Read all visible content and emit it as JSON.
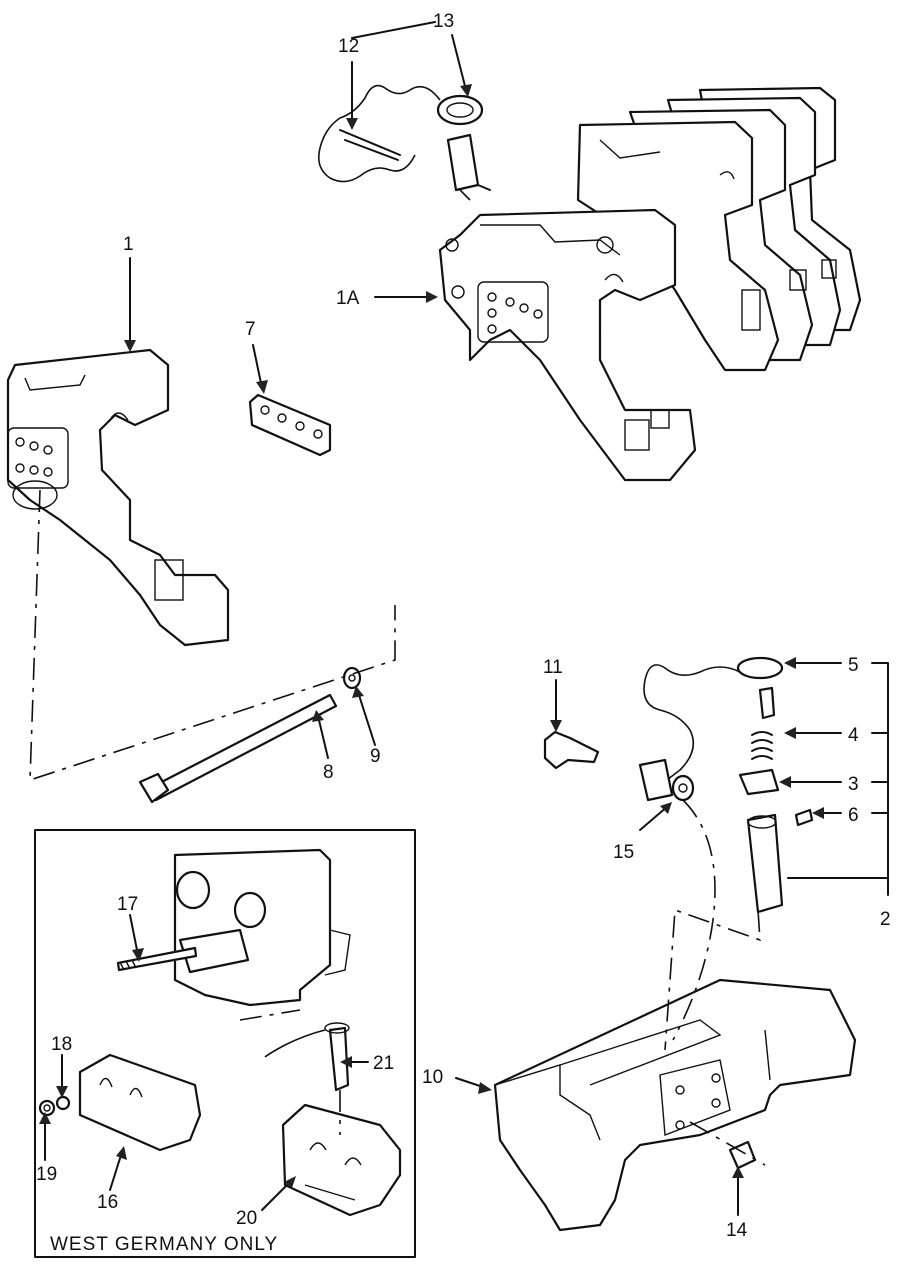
{
  "diagram": {
    "callouts": [
      {
        "id": "c1",
        "label": "1"
      },
      {
        "id": "c1a",
        "label": "1A"
      },
      {
        "id": "c2",
        "label": "2"
      },
      {
        "id": "c3",
        "label": "3"
      },
      {
        "id": "c4",
        "label": "4"
      },
      {
        "id": "c5",
        "label": "5"
      },
      {
        "id": "c6",
        "label": "6"
      },
      {
        "id": "c7",
        "label": "7"
      },
      {
        "id": "c8",
        "label": "8"
      },
      {
        "id": "c9",
        "label": "9"
      },
      {
        "id": "c10",
        "label": "10"
      },
      {
        "id": "c11",
        "label": "11"
      },
      {
        "id": "c12",
        "label": "12"
      },
      {
        "id": "c13",
        "label": "13"
      },
      {
        "id": "c14",
        "label": "14"
      },
      {
        "id": "c15",
        "label": "15"
      },
      {
        "id": "c16",
        "label": "16"
      },
      {
        "id": "c17",
        "label": "17"
      },
      {
        "id": "c18",
        "label": "18"
      },
      {
        "id": "c19",
        "label": "19"
      },
      {
        "id": "c20",
        "label": "20"
      },
      {
        "id": "c21",
        "label": "21"
      }
    ],
    "inset_caption": "WEST GERMANY ONLY"
  }
}
